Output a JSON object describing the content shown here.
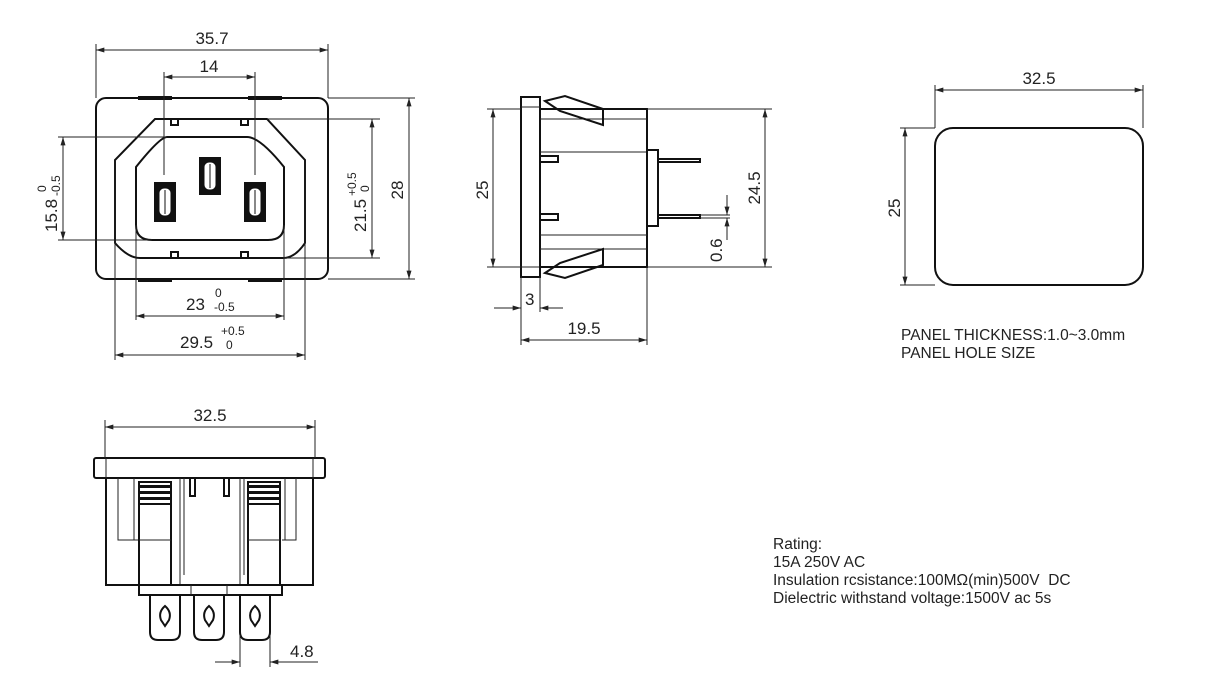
{
  "front_view": {
    "dims": {
      "overall_width": "35.7",
      "pin_spacing": "14",
      "overall_height": "28",
      "inner_height": "21.5",
      "inner_height_tol_upper": "+0.5",
      "inner_height_tol_lower": "0",
      "inlet_height": "15.8",
      "inlet_height_tol_upper": "0",
      "inlet_height_tol_lower": "-0.5",
      "inlet_width": "23",
      "inlet_width_tol_upper": "0",
      "inlet_width_tol_lower": "-0.5",
      "inner_width": "29.5",
      "inner_width_tol_upper": "+0.5",
      "inner_width_tol_lower": "0"
    }
  },
  "side_view": {
    "dims": {
      "flange_height": "25",
      "body_height": "24.5",
      "pin_thickness": "0.6",
      "flange_thickness": "3",
      "depth": "19.5"
    }
  },
  "bottom_view": {
    "dims": {
      "width": "32.5",
      "terminal_width": "4.8"
    }
  },
  "panel_hole": {
    "dims": {
      "width": "32.5",
      "height": "25"
    },
    "notes": [
      "PANEL THICKNESS:1.0~3.0mm",
      "PANEL HOLE SIZE"
    ]
  },
  "rating": {
    "lines": [
      "Rating:",
      "15A 250V AC",
      "Insulation rcsistance:100MΩ(min)500V  DC",
      "Dielectric withstand voltage:1500V ac 5s"
    ]
  }
}
